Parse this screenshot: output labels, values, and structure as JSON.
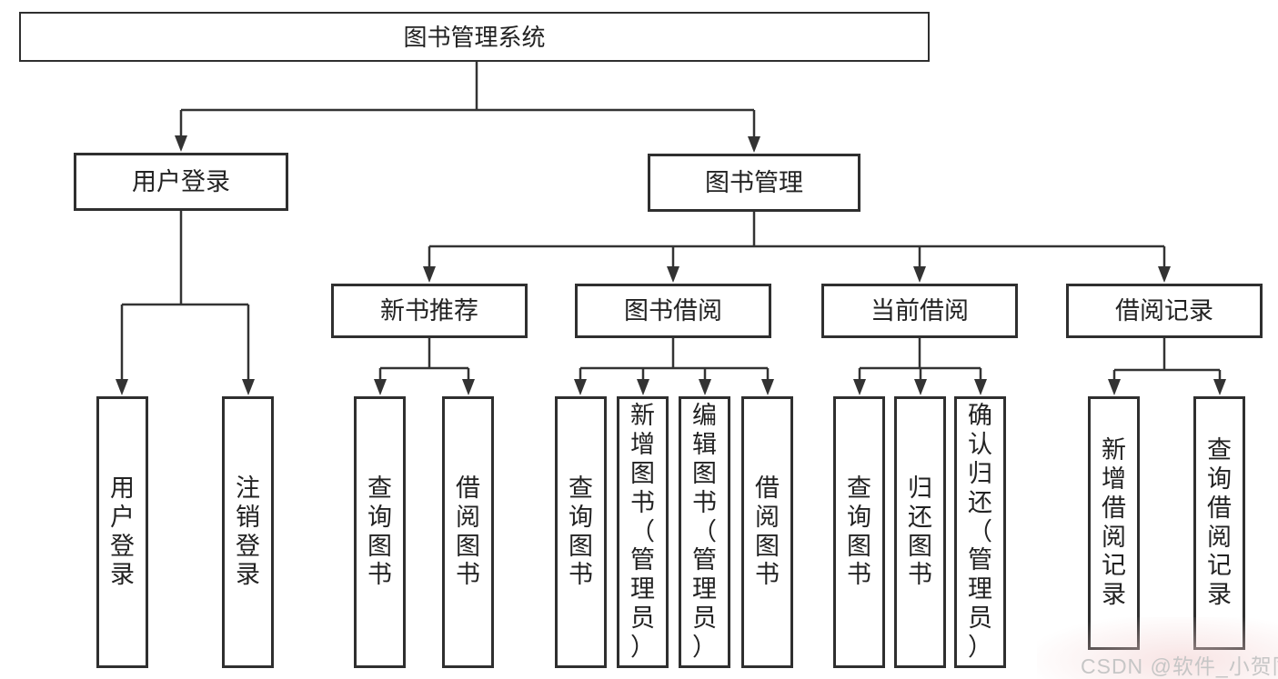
{
  "diagram": {
    "root": {
      "label": "图书管理系统"
    },
    "user_login": {
      "label": "用户登录",
      "children": [
        {
          "label": "用户登录"
        },
        {
          "label": "注销登录"
        }
      ]
    },
    "book_management": {
      "label": "图书管理",
      "sections": [
        {
          "label": "新书推荐",
          "children": [
            {
              "label": "查询图书"
            },
            {
              "label": "借阅图书"
            }
          ]
        },
        {
          "label": "图书借阅",
          "children": [
            {
              "label": "查询图书"
            },
            {
              "label": "新增图书（管理员）"
            },
            {
              "label": "编辑图书（管理员）"
            },
            {
              "label": "借阅图书"
            }
          ]
        },
        {
          "label": "当前借阅",
          "children": [
            {
              "label": "查询图书"
            },
            {
              "label": "归还图书"
            },
            {
              "label": "确认归还（管理员）"
            }
          ]
        },
        {
          "label": "借阅记录",
          "children": [
            {
              "label": "新增借阅记录"
            },
            {
              "label": "查询借阅记录"
            }
          ]
        }
      ]
    }
  },
  "watermark": {
    "text": "CSDN @软件_小贺同学"
  },
  "colors": {
    "line": "#333333",
    "box_border": "#2f2f2f",
    "text": "#222222",
    "background": "#ffffff",
    "watermark_text": "#c6c6c6",
    "watermark_tint": "#f3d2d2"
  }
}
